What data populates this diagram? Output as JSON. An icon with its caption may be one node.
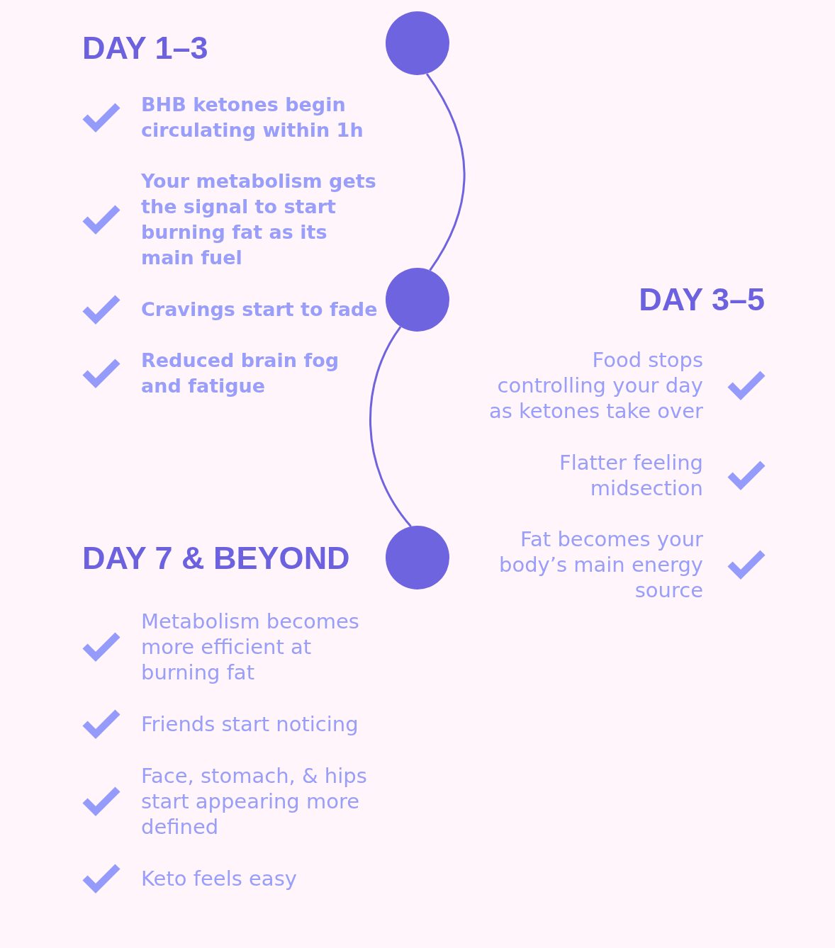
{
  "diagram": {
    "nodes": [
      {
        "text": [],
        "shape": "circle"
      },
      {
        "text": [],
        "shape": "circle"
      },
      {
        "text": [],
        "shape": "circle",
        "beside": [
          "DAY 7 & BEYOND"
        ]
      }
    ],
    "edges": [
      {
        "from": 0,
        "to": 1,
        "arrow": "none"
      },
      {
        "from": 1,
        "to": 2,
        "arrow": "none"
      }
    ],
    "labels": [
      "DAY 1–3",
      "BHB ketones begin circulating within 1h",
      "Your metabolism gets the signal to start burning fat as its main fuel",
      "Cravings start to fade",
      "Reduced brain fog and fatigue",
      "DAY 3–5",
      "Food stops controlling your day as ketones take over",
      "Flatter feeling midsection",
      "Fat becomes your body’s main energy source",
      "Metabolism becomes more efficient at burning fat",
      "Friends start noticing",
      "Face, stomach, & hips start appearing more defined",
      "Keto feels easy"
    ]
  }
}
